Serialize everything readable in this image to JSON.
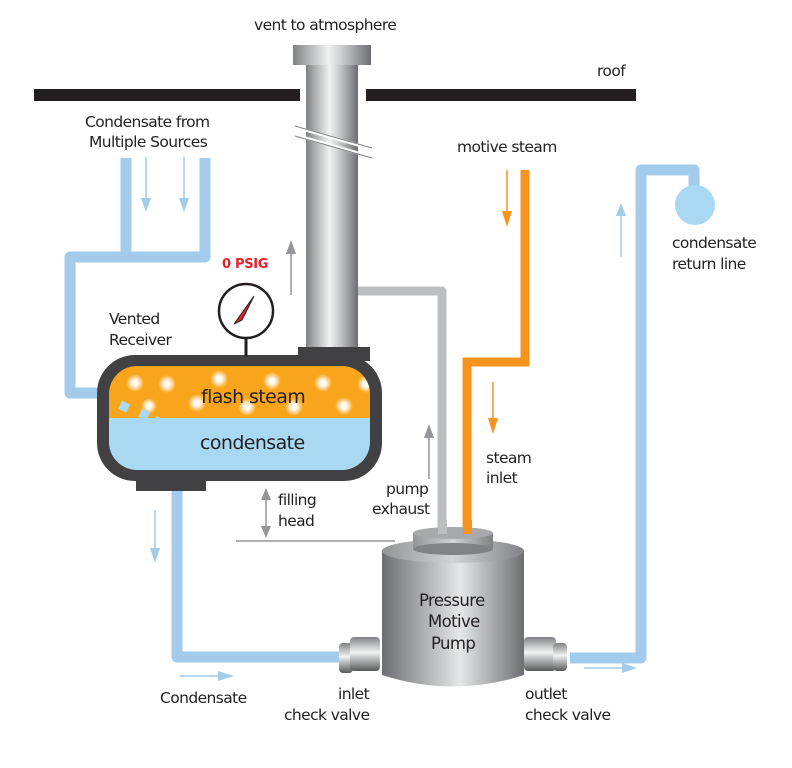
{
  "diagram": {
    "title": "Pressure Motive Pump with Vented Receiver",
    "colors": {
      "condensate_pipe": "#a2cbec",
      "condensate_fill": "#a9d8f2",
      "steam_pipe": "#f7941d",
      "flash_steam_fill": "#f9a51b",
      "exhaust_pipe": "#bcbec0",
      "vessel_border": "#414042",
      "roof": "#231f20",
      "gauge_needle": "#e62129",
      "gauge_label": "#e62129",
      "arrow_gray": "#939598"
    },
    "labels": {
      "vent": "vent to atmosphere",
      "roof": "roof",
      "sources_line1": "Condensate from",
      "sources_line2": "Multiple Sources",
      "motive_steam": "motive steam",
      "return_line1": "condensate",
      "return_line2": "return line",
      "gauge": "0 PSIG",
      "receiver_line1": "Vented",
      "receiver_line2": "Receiver",
      "flash_steam": "flash steam",
      "condensate_tank": "condensate",
      "steam_inlet_line1": "steam",
      "steam_inlet_line2": "inlet",
      "pump_exhaust_line1": "pump",
      "pump_exhaust_line2": "exhaust",
      "filling_head_line1": "filling",
      "filling_head_line2": "head",
      "pump_line1": "Pressure",
      "pump_line2": "Motive",
      "pump_line3": "Pump",
      "condensate_flow": "Condensate",
      "inlet_valve_line1": "inlet",
      "inlet_valve_line2": "check valve",
      "outlet_valve_line1": "outlet",
      "outlet_valve_line2": "check valve"
    }
  }
}
